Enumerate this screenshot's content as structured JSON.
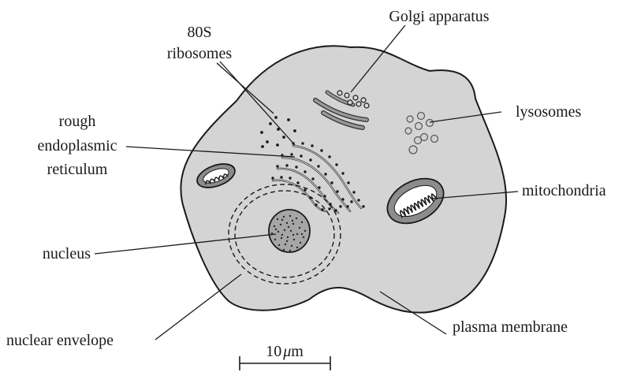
{
  "labels": {
    "ribosomes_line1": "80S",
    "ribosomes_line2": "ribosomes",
    "golgi": "Golgi apparatus",
    "lysosomes": "lysosomes",
    "rer_line1": "rough",
    "rer_line2": "endoplasmic",
    "rer_line3": "reticulum",
    "mitochondria": "mitochondria",
    "nucleus": "nucleus",
    "nuclear_envelope": "nuclear envelope",
    "plasma_membrane": "plasma membrane"
  },
  "scale_bar": {
    "value": "10",
    "unit_symbol": "μ",
    "unit_suffix": "m"
  },
  "colors": {
    "cytoplasm": "#d4d4d4",
    "outline": "#1a1a1a",
    "organelle_fill": "#8c8c8c",
    "nucleus_fill": "#a6a6a6"
  }
}
